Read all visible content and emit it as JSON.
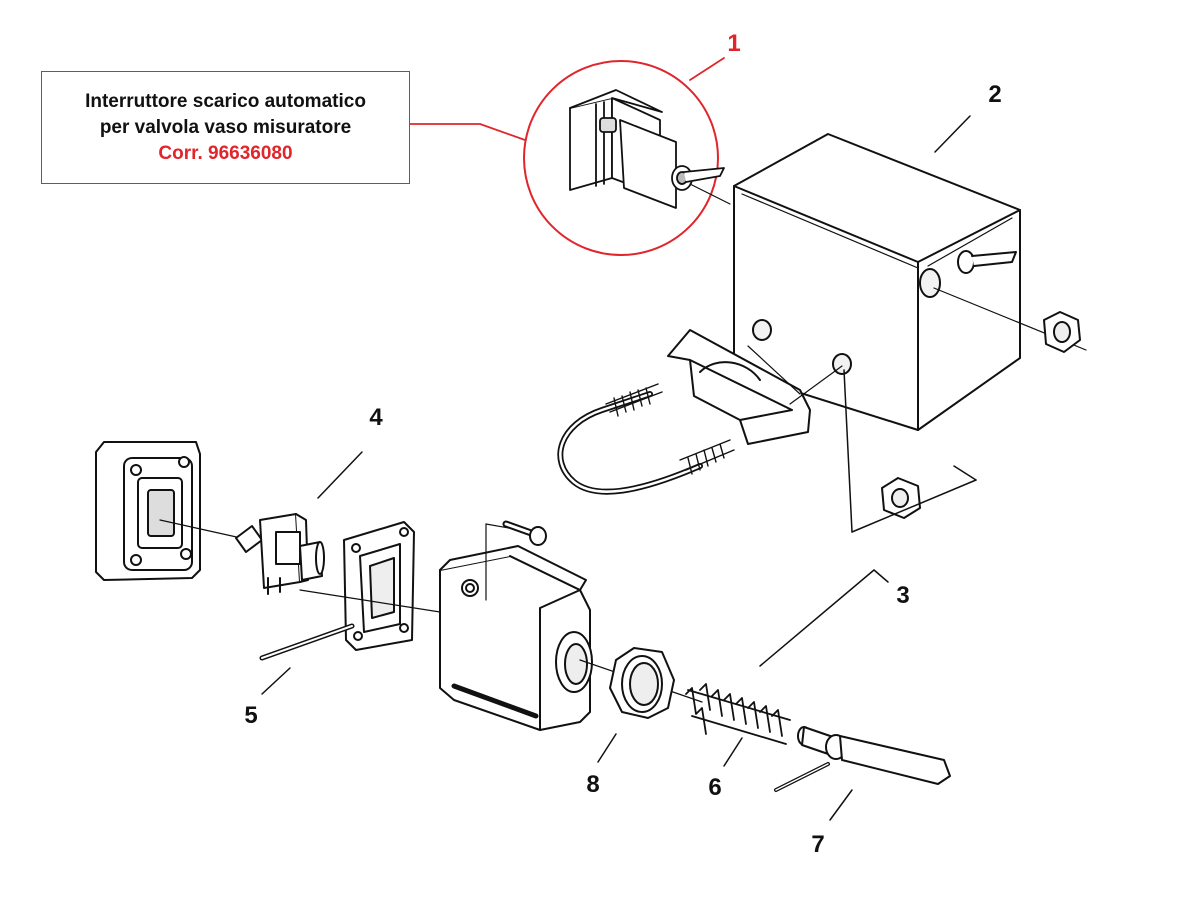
{
  "callout": {
    "line1": "Interruttore scarico automatico",
    "line2": "per valvola vaso misuratore",
    "line3": "Corr. 96636080"
  },
  "labels": {
    "n1": "1",
    "n2": "2",
    "n3": "3",
    "n4": "4",
    "n5": "5",
    "n6": "6",
    "n7": "7",
    "n8": "8"
  },
  "colors": {
    "highlight": "#e0252b",
    "line": "#111111",
    "part_fill": "#ffffff",
    "hole_fill": "#f2f2f2"
  }
}
